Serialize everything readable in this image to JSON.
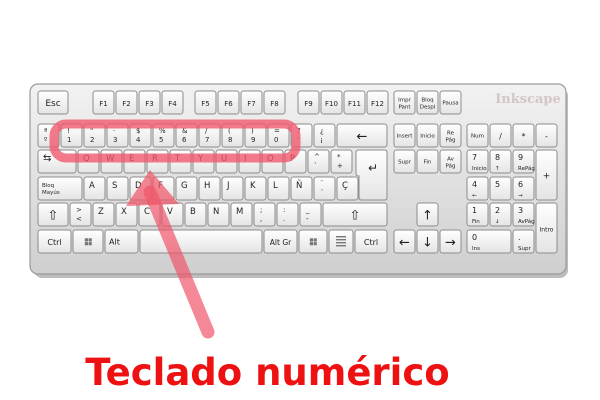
{
  "brand": "Inkscape",
  "caption": "Teclado numérico",
  "colors": {
    "highlight": "#f0566a",
    "caption": "#ee1111",
    "case": "#e6e6e6",
    "key_face": "#f3f3f3",
    "legend": "#222222"
  },
  "keys": {
    "fn_row": [
      "Esc",
      "F1",
      "F2",
      "F3",
      "F4",
      "F5",
      "F6",
      "F7",
      "F8",
      "F9",
      "F10",
      "F11",
      "F12",
      "Impr Pant",
      "Bloq Despl",
      "Pausa"
    ],
    "number_row": [
      {
        "top": "ª",
        "bottom": "º"
      },
      {
        "top": "!",
        "bottom": "1"
      },
      {
        "top": "\"",
        "bottom": "2"
      },
      {
        "top": "·",
        "bottom": "3"
      },
      {
        "top": "$",
        "bottom": "4"
      },
      {
        "top": "%",
        "bottom": "5"
      },
      {
        "top": "&",
        "bottom": "6"
      },
      {
        "top": "/",
        "bottom": "7"
      },
      {
        "top": "(",
        "bottom": "8"
      },
      {
        "top": ")",
        "bottom": "9"
      },
      {
        "top": "=",
        "bottom": "0"
      },
      {
        "top": "?",
        "bottom": "'"
      },
      {
        "top": "¿",
        "bottom": "¡"
      }
    ],
    "backspace": "←",
    "tab": "⇆",
    "qwerty_row": [
      "Q",
      "W",
      "E",
      "R",
      "T",
      "Y",
      "U",
      "I",
      "O",
      "P"
    ],
    "grave_key": {
      "top": "^",
      "bottom": "`"
    },
    "plus_key": {
      "top": "*",
      "bottom": "+"
    },
    "enter": "↵",
    "caps": "Bloq Mayús",
    "home_row": [
      "A",
      "S",
      "D",
      "F",
      "G",
      "H",
      "J",
      "K",
      "L",
      "Ñ"
    ],
    "umlaut_key": {
      "top": "¨",
      "bottom": "´"
    },
    "cedilla_key": "Ç",
    "shift": "⇧",
    "angle_key": {
      "top": ">",
      "bottom": "<"
    },
    "bottom_row": [
      "Z",
      "X",
      "C",
      "V",
      "B",
      "N",
      "M"
    ],
    "comma_key": {
      "top": ";",
      "bottom": ","
    },
    "period_key": {
      "top": ":",
      "bottom": "."
    },
    "dash_key": {
      "top": "_",
      "bottom": "-"
    },
    "ctrl": "Ctrl",
    "alt": "Alt",
    "altgr": "Alt Gr",
    "nav_top": [
      "Insert",
      "Inicio",
      "Re Pág"
    ],
    "nav_bottom": [
      "Supr",
      "Fin",
      "Av Pág"
    ],
    "arrows": {
      "up": "↑",
      "left": "←",
      "down": "↓",
      "right": "→"
    },
    "num_row1": [
      "Num",
      "/",
      "*",
      "-"
    ],
    "num_row2": [
      {
        "top": "7",
        "bottom": "Inicio"
      },
      {
        "top": "8",
        "bottom": "↑"
      },
      {
        "top": "9",
        "bottom": "RePág"
      }
    ],
    "num_plus": "+",
    "num_row3": [
      {
        "top": "4",
        "bottom": "←"
      },
      {
        "top": "5",
        "bottom": ""
      },
      {
        "top": "6",
        "bottom": "→"
      }
    ],
    "num_row4": [
      {
        "top": "1",
        "bottom": "Fin"
      },
      {
        "top": "2",
        "bottom": "↓"
      },
      {
        "top": "3",
        "bottom": "AvPág"
      }
    ],
    "num_intro": "Intro",
    "num_zero": {
      "top": "0",
      "bottom": "Ins"
    },
    "num_dot": {
      "top": ".",
      "bottom": "Supr"
    }
  }
}
